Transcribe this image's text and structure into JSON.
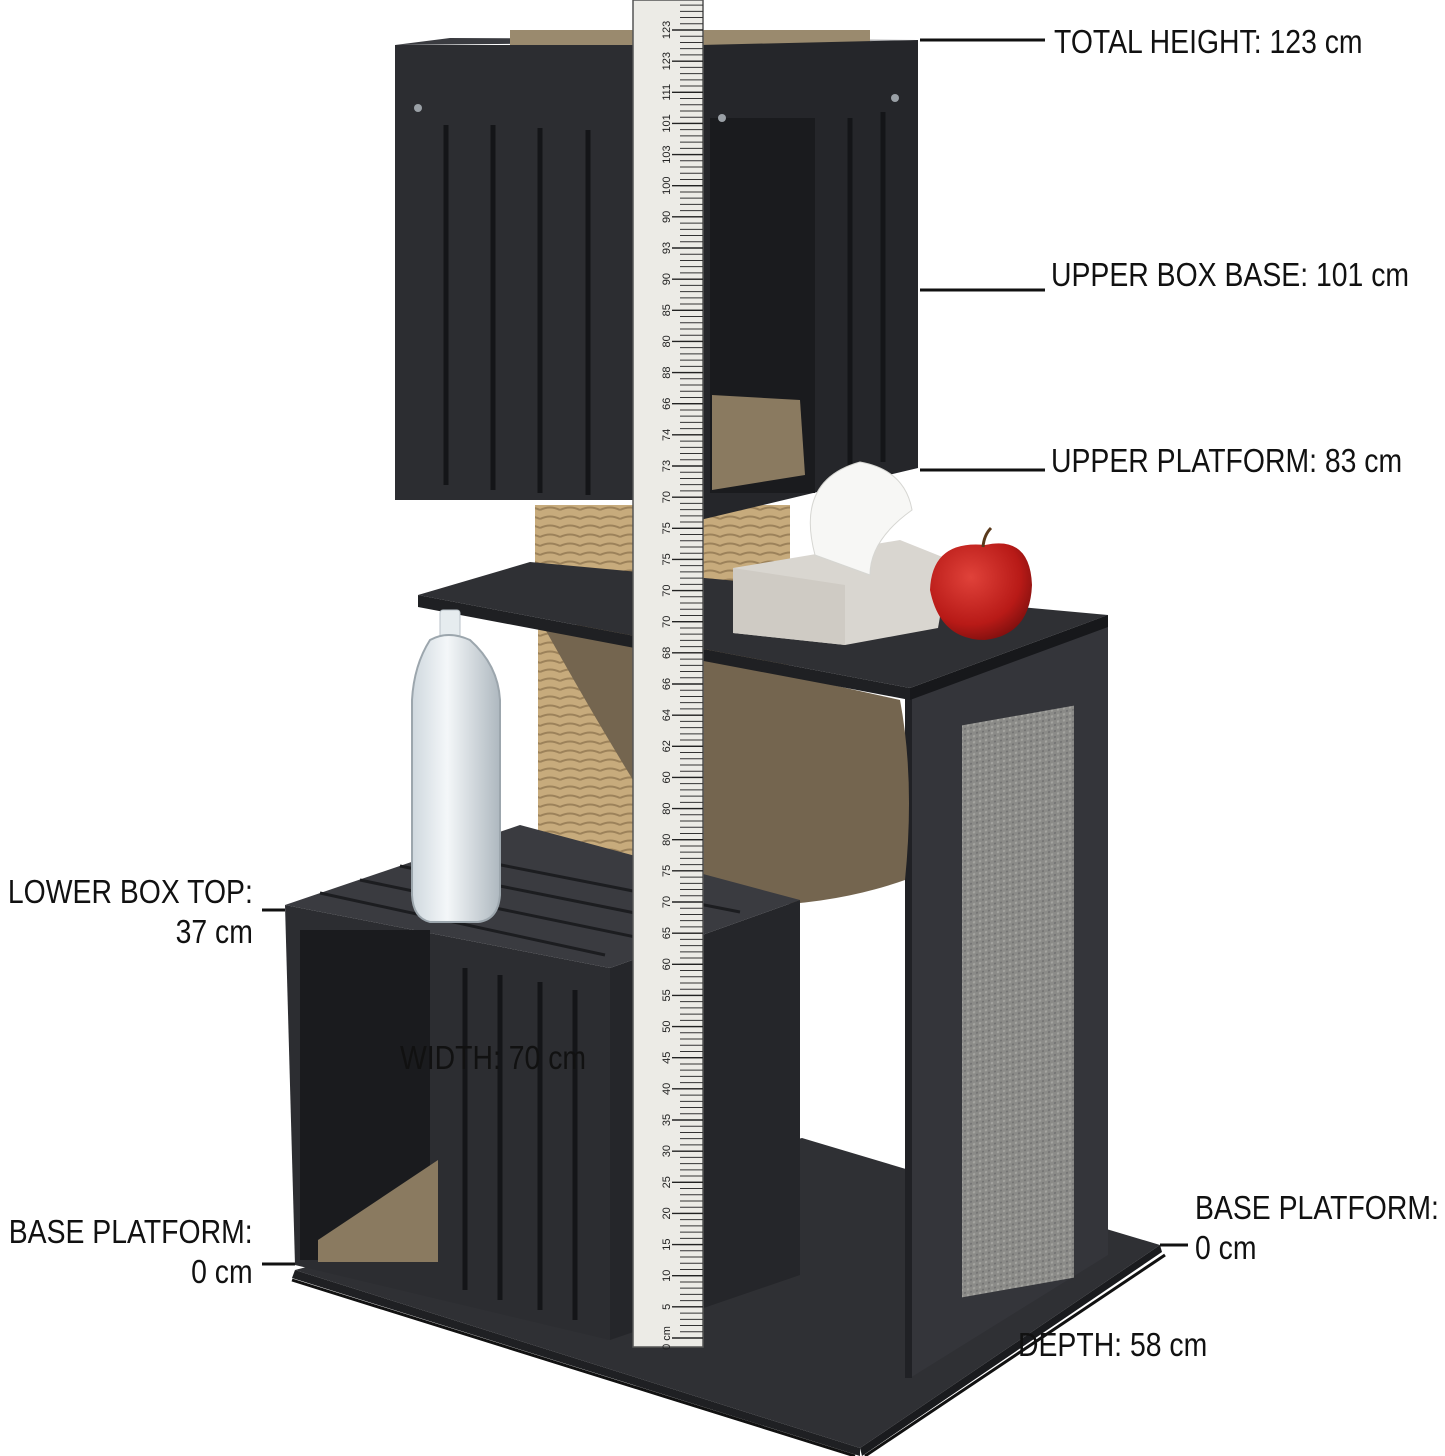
{
  "colors": {
    "frame": "#2f3034",
    "frame_dark": "#1f2023",
    "frame_edge": "#45474c",
    "cushion": "#8a7a60",
    "sisal": "#c7ab7c",
    "carpet": "#8b8b88",
    "ruler": "#ecebe6",
    "apple": "#c8201e",
    "label_text": "#111111"
  },
  "labels": {
    "total_height": "TOTAL HEIGHT: 123 cm",
    "upper_box_base": "UPPER BOX BASE: 101 cm",
    "upper_platform": "UPPER PLATFORM: 83 cm",
    "lower_box_top_line1": "LOWER BOX TOP:",
    "lower_box_top_line2": "37 cm",
    "base_platform_left_line1": "BASE PLATFORM:",
    "base_platform_left_line2": "0 cm",
    "base_platform_right_line1": "BASE PLATFORM:",
    "base_platform_right_line2": "0 cm",
    "width": "WIDTH: 70 cm",
    "depth": "DEPTH: 58 cm"
  },
  "ruler": {
    "numbers": [
      "0 cm",
      "5",
      "10",
      "15",
      "20",
      "25",
      "30",
      "35",
      "40",
      "45",
      "50",
      "55",
      "60",
      "65",
      "70",
      "75",
      "80",
      "80",
      "60",
      "62",
      "64",
      "66",
      "68",
      "70",
      "70",
      "75",
      "75",
      "70",
      "73",
      "74",
      "66",
      "88",
      "80",
      "85",
      "90",
      "93",
      "90",
      "100",
      "103",
      "101",
      "111",
      "123",
      "123"
    ]
  }
}
